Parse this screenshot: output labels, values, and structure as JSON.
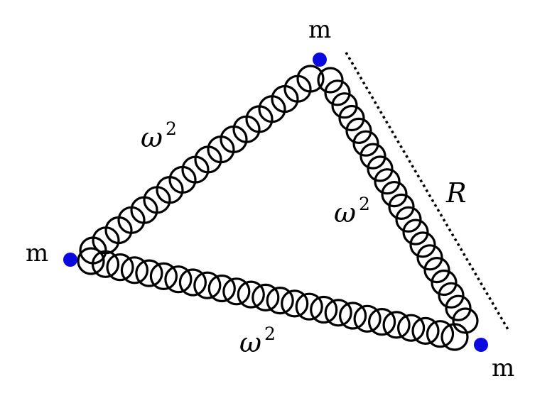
{
  "masses": [
    {
      "id": "top",
      "label": "m"
    },
    {
      "id": "left",
      "label": "m"
    },
    {
      "id": "right",
      "label": "m"
    }
  ],
  "springs": [
    {
      "id": "top-left",
      "base": "ω",
      "exp": "2"
    },
    {
      "id": "top-right",
      "base": "ω",
      "exp": "2"
    },
    {
      "id": "bottom",
      "base": "ω",
      "exp": "2"
    }
  ],
  "distance_label": "R",
  "colors": {
    "mass": "#0a0adf",
    "spring": "#000000",
    "text": "#000000"
  }
}
